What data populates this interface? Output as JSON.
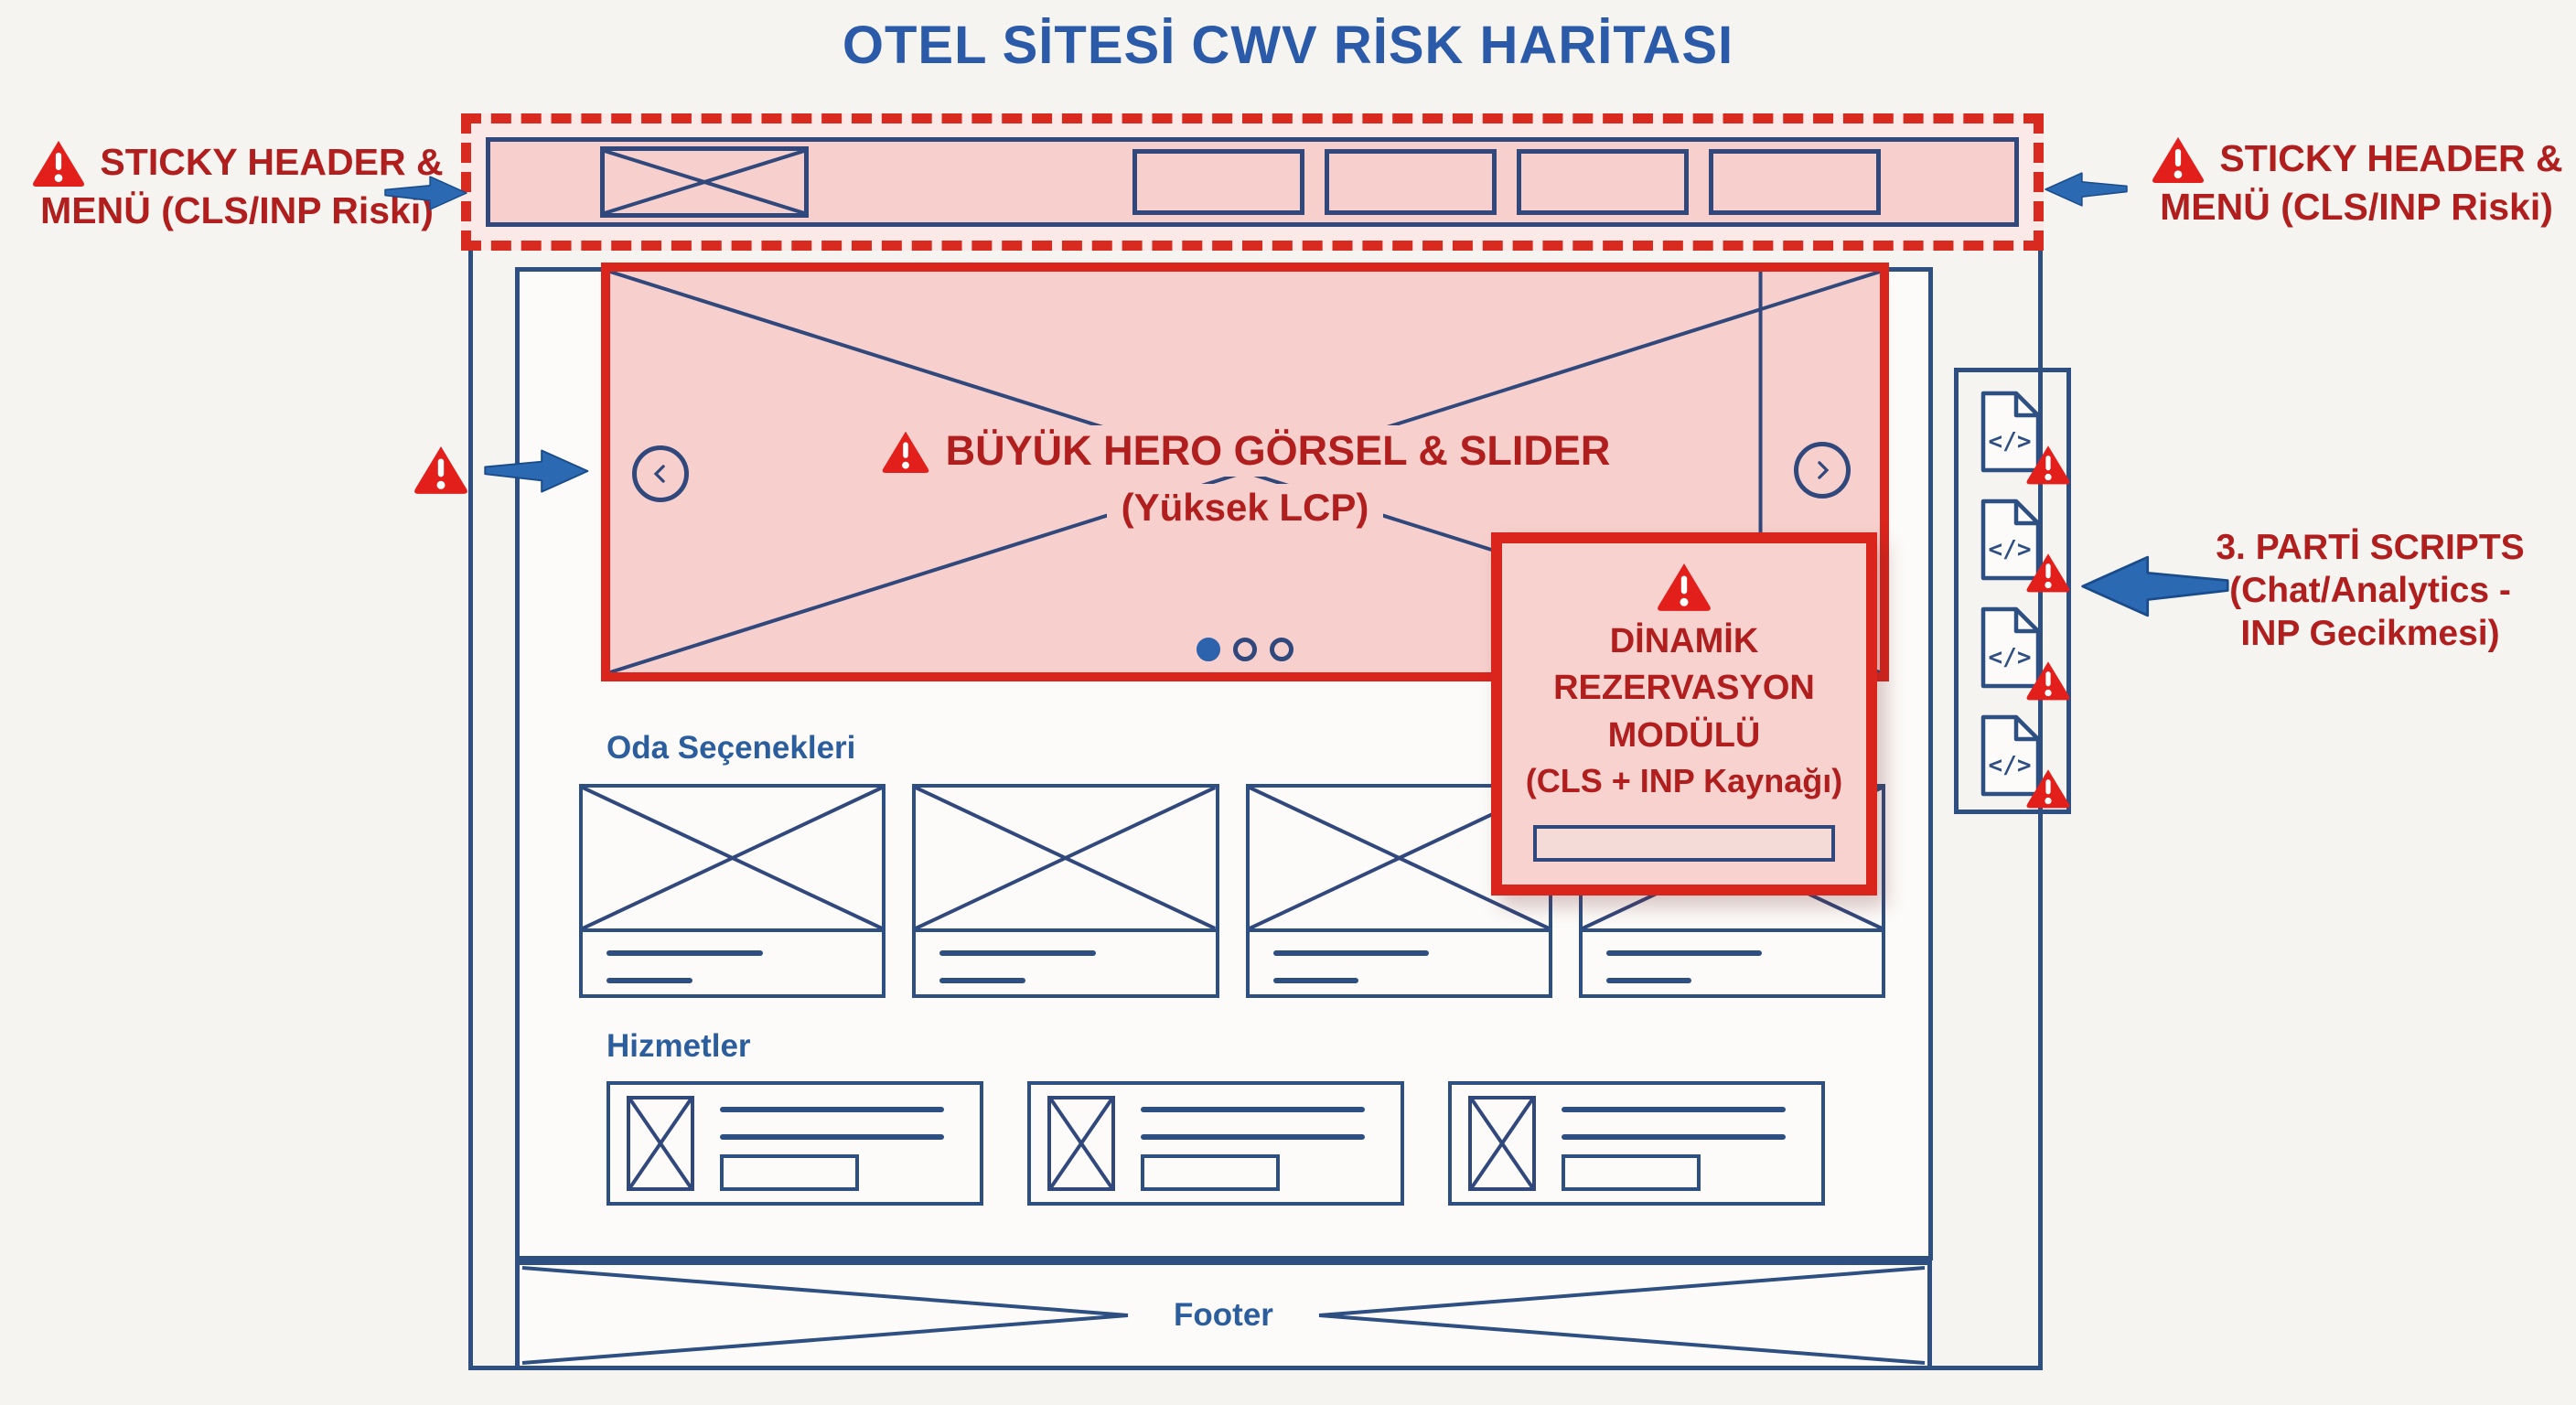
{
  "title": "OTEL SİTESİ CWV RİSK HARİTASI",
  "annotations": {
    "header_left": {
      "line1": "STICKY HEADER &",
      "line2": "MENÜ (CLS/INP Riski)"
    },
    "header_right": {
      "line1": "STICKY HEADER &",
      "line2": "MENÜ (CLS/INP Riski)"
    },
    "third_party": {
      "line1": "3. PARTİ SCRIPTS",
      "line2": "(Chat/Analytics -",
      "line3": "INP Gecikmesi)"
    }
  },
  "hero": {
    "title": "BÜYÜK HERO GÖRSEL & SLIDER",
    "subtitle": "(Yüksek LCP)"
  },
  "reservation": {
    "line1": "DİNAMİK",
    "line2": "REZERVASYON",
    "line3": "MODÜLÜ",
    "line4": "(CLS + INP Kaynağı)"
  },
  "sections": {
    "rooms_heading": "Oda Seçenekleri",
    "services_heading": "Hizmetler"
  },
  "footer_label": "Footer",
  "scripts_panel": {
    "icon_glyph": "</>"
  },
  "colors": {
    "wire_blue": "#2e4f82",
    "alert_red": "#da251d",
    "text_red": "#b01e1e",
    "pink": "#f7d0cd",
    "title_blue": "#2b5aa9",
    "arrow_blue": "#2b69b2"
  }
}
